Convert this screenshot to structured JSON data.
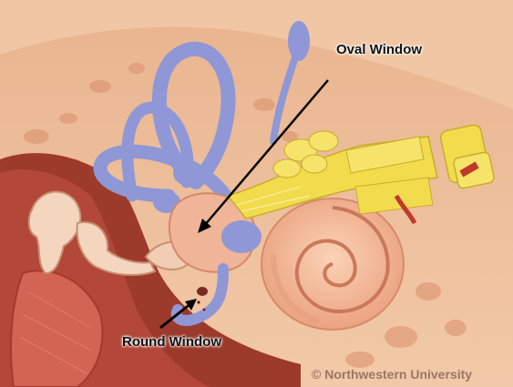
{
  "labels": {
    "oval_window": "Oval Window",
    "round_window": "Round Window"
  },
  "credit": "© Northwestern University",
  "colors": {
    "bone": "#efc3a0",
    "canal": "#8f97d6",
    "cochlea": "#f3b493",
    "nerve": "#f2dc4e",
    "tissue": "#c03a33"
  }
}
